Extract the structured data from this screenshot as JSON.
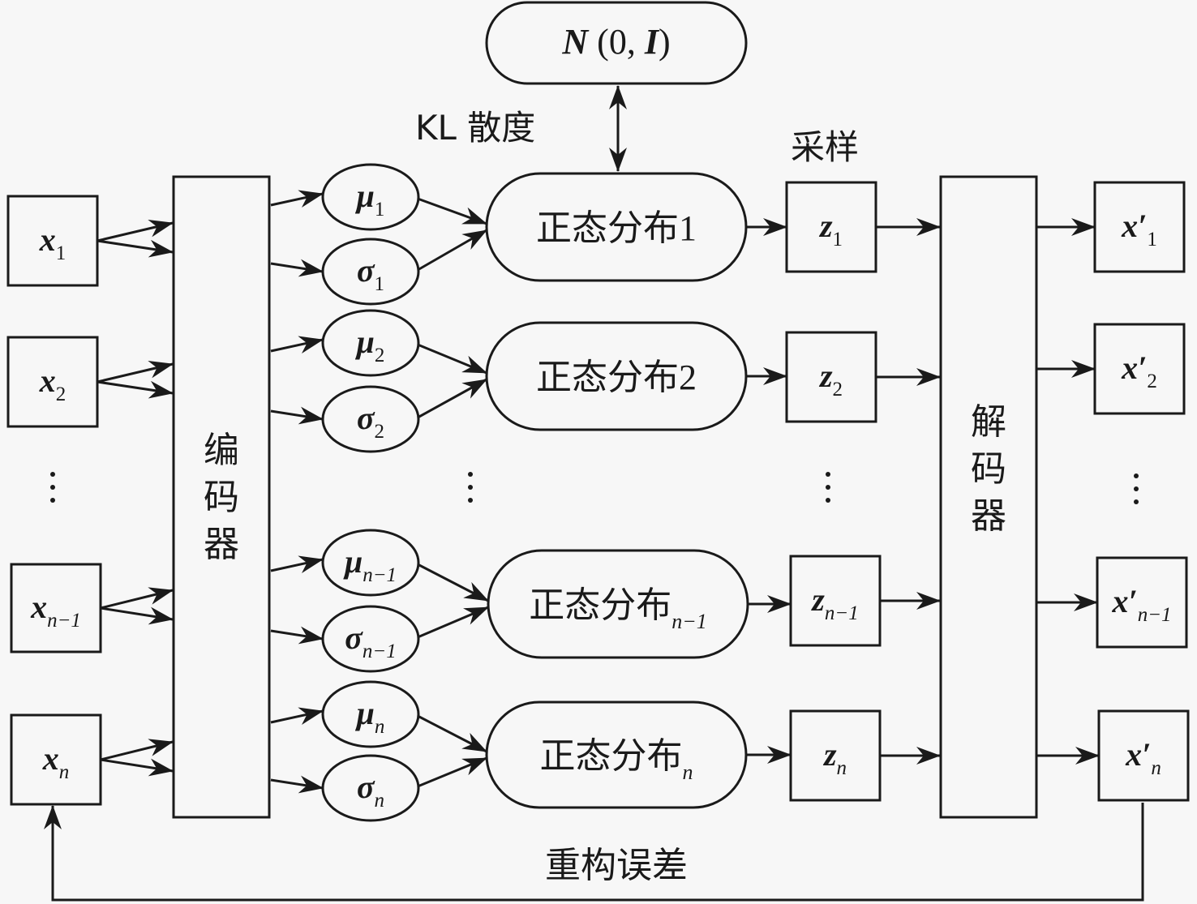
{
  "diagram": {
    "title": "VAE encoder-decoder architecture",
    "prior": {
      "label_N": "N",
      "label_args_open": " (0, ",
      "label_I": "I",
      "label_args_close": ")"
    },
    "kl_label": "KL 散度",
    "sampling_label": "采样",
    "encoder_label": [
      "编",
      "码",
      "器"
    ],
    "decoder_label": [
      "解",
      "码",
      "器"
    ],
    "reconstruction_label": "重构误差",
    "ellipsis": "⋮",
    "rows": [
      {
        "x": "x",
        "x_sub": "1",
        "mu": "μ",
        "mu_sub": "1",
        "sigma": "σ",
        "sigma_sub": "1",
        "dist": "正态分布",
        "dist_sub": "1",
        "z": "z",
        "z_sub": "1",
        "xp": "x′",
        "xp_sub": "1"
      },
      {
        "x": "x",
        "x_sub": "2",
        "mu": "μ",
        "mu_sub": "2",
        "sigma": "σ",
        "sigma_sub": "2",
        "dist": "正态分布",
        "dist_sub": "2",
        "z": "z",
        "z_sub": "2",
        "xp": "x′",
        "xp_sub": "2"
      },
      {
        "x": "x",
        "x_sub": "n−1",
        "mu": "μ",
        "mu_sub": "n−1",
        "sigma": "σ",
        "sigma_sub": "n−1",
        "dist": "正态分布",
        "dist_sub": "n−1",
        "z": "z",
        "z_sub": "n−1",
        "xp": "x′",
        "xp_sub": "n−1"
      },
      {
        "x": "x",
        "x_sub": "n",
        "mu": "μ",
        "mu_sub": "n",
        "sigma": "σ",
        "sigma_sub": "n",
        "dist": "正态分布",
        "dist_sub": "n",
        "z": "z",
        "z_sub": "n",
        "xp": "x′",
        "xp_sub": "n"
      }
    ]
  }
}
